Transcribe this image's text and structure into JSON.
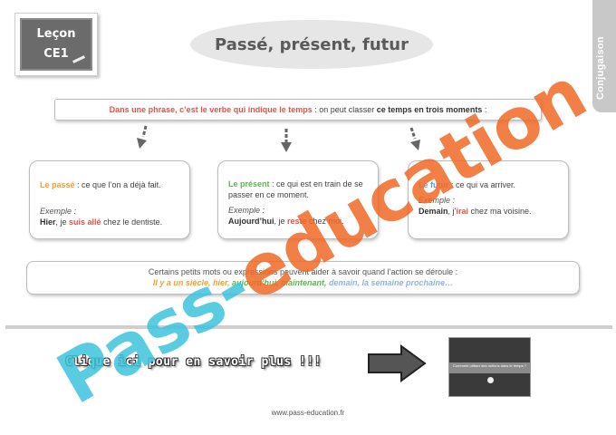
{
  "header": {
    "board_line1": "Leçon",
    "board_line2": "CE1",
    "title": "Passé, présent, futur",
    "side_tab": "Conjugaison"
  },
  "intro": {
    "red_part": "Dans une phrase, c’est le verbe qui indique le temps",
    "mid_part": " : on peut classer ",
    "bold_part": "ce temps en trois moments",
    "end_part": " :"
  },
  "cards": {
    "passe": {
      "term": "Le passé",
      "definition": " : ce que l’on a déjà fait.",
      "example_label": "Exemple :",
      "ex_start": "Hier",
      "ex_mid": ", je ",
      "ex_verb": "suis allé",
      "ex_end": " chez le dentiste."
    },
    "present": {
      "term": "Le présent",
      "definition": " : ce qui est en train de se passer en ce moment.",
      "example_label": "Exemple :",
      "ex_start": "Aujourd’hui",
      "ex_mid": ", je ",
      "ex_verb": "reste",
      "ex_end": " chez moi."
    },
    "futur": {
      "term": "Le futur",
      "definition": " : ce qui va arriver.",
      "example_label": "Exemple :",
      "ex_start": "Demain",
      "ex_mid": ", j’",
      "ex_verb": "irai",
      "ex_end": " chez ma voisine."
    }
  },
  "words": {
    "line1": "Certains petits mots ou expressions peuvent aider à savoir quand l’action se déroule :",
    "past_words": "Il y a un siècle, hier",
    "sep1": ", ",
    "present_words": "aujourd’hui, maintenant",
    "sep2": ", ",
    "future_words": "demain, la semaine prochaine…"
  },
  "cta": {
    "label": "Clique ici pour en savoir plus !!!",
    "thumbnail_caption": "Comment utiliser des notions dans le temps ?"
  },
  "footer": {
    "url": "www.pass-education.fr"
  },
  "watermark": {
    "part1": "Pass-",
    "part2": "education"
  },
  "colors": {
    "red": "#e8504a",
    "orange": "#f0a030",
    "green": "#5cb84c",
    "blue": "#5b9bd5",
    "watermark_cyan": "#3ec4dc",
    "watermark_orange": "#f06a26"
  }
}
